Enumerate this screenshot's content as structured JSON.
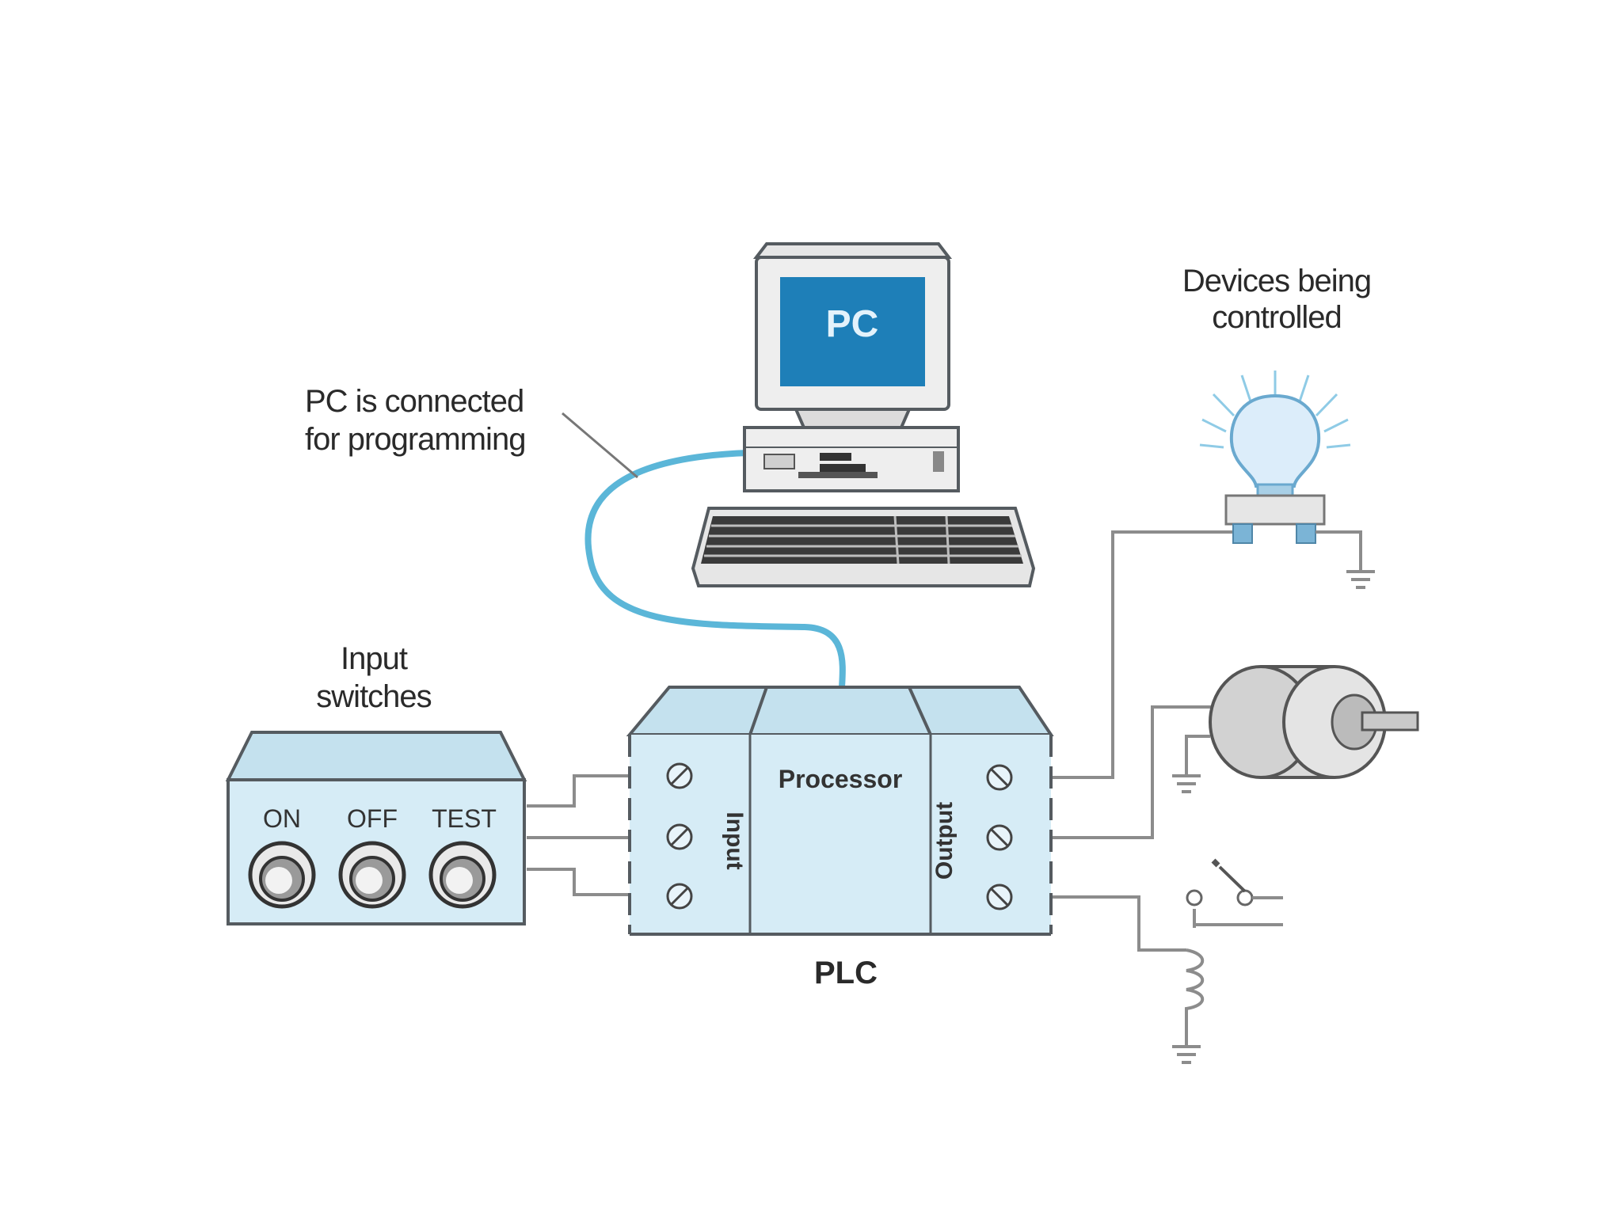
{
  "diagram": {
    "pc_label": "PC",
    "pc_note_line1": "PC is connected",
    "pc_note_line2": "for programming",
    "devices_line1": "Devices being",
    "devices_line2": "controlled",
    "input_line1": "Input",
    "input_line2": "switches",
    "switch_on": "ON",
    "switch_off": "OFF",
    "switch_test": "TEST",
    "processor": "Processor",
    "input_module": "Input",
    "output_module": "Output",
    "plc": "PLC"
  },
  "colors": {
    "cable": "#5bb6d8",
    "screen": "#1e7fb8",
    "module": "#d6ecf6"
  }
}
